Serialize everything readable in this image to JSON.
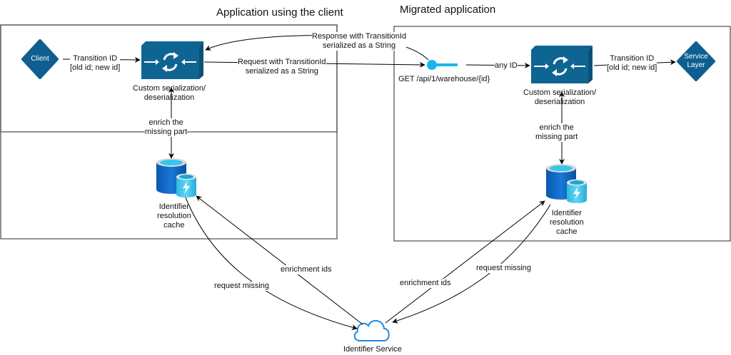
{
  "titles": {
    "left": "Application using the client",
    "right": "Migrated application"
  },
  "left_app": {
    "client_label": "Client",
    "edge_client_to_serializer": [
      "Transition ID",
      "[old id; new id]"
    ],
    "serializer_label": [
      "Custom serialization/",
      "deserialization"
    ],
    "edge_enrich": [
      "enrich the",
      "missing part"
    ],
    "cache_label": [
      "Identifier",
      "resolution",
      "cache"
    ]
  },
  "cross_edges": {
    "response": [
      "Response with TransitionId",
      "serialized as a String"
    ],
    "request": [
      "Request with TransitionId",
      "serialized as a String"
    ]
  },
  "right_app": {
    "endpoint_label": "GET /api/1/warehouse/{id}",
    "edge_any_id": "any ID",
    "serializer_label": [
      "Custom serialization/",
      "deserialization"
    ],
    "edge_serializer_to_service": [
      "Transition ID",
      "[old id; new id]"
    ],
    "service_layer_label": [
      "Service",
      "Layer"
    ],
    "edge_enrich": [
      "enrich the",
      "missing part"
    ],
    "cache_label": [
      "Identifier",
      "resolution",
      "cache"
    ]
  },
  "identifier_service": {
    "label": "Identifier Service",
    "left_edges": {
      "request": "request missing",
      "enrichment": "enrichment ids"
    },
    "right_edges": {
      "request": "request missing",
      "enrichment": "enrichment ids"
    }
  },
  "colors": {
    "node_blue": "#0e5f8f",
    "serializer_blue": "#0f6592",
    "endpoint_cyan": "#1ab5ef",
    "cloud_blue": "#1e88e5",
    "cache_dark": "#0a63c1",
    "cache_light": "#35c6ec",
    "frame_gray": "#555555"
  }
}
